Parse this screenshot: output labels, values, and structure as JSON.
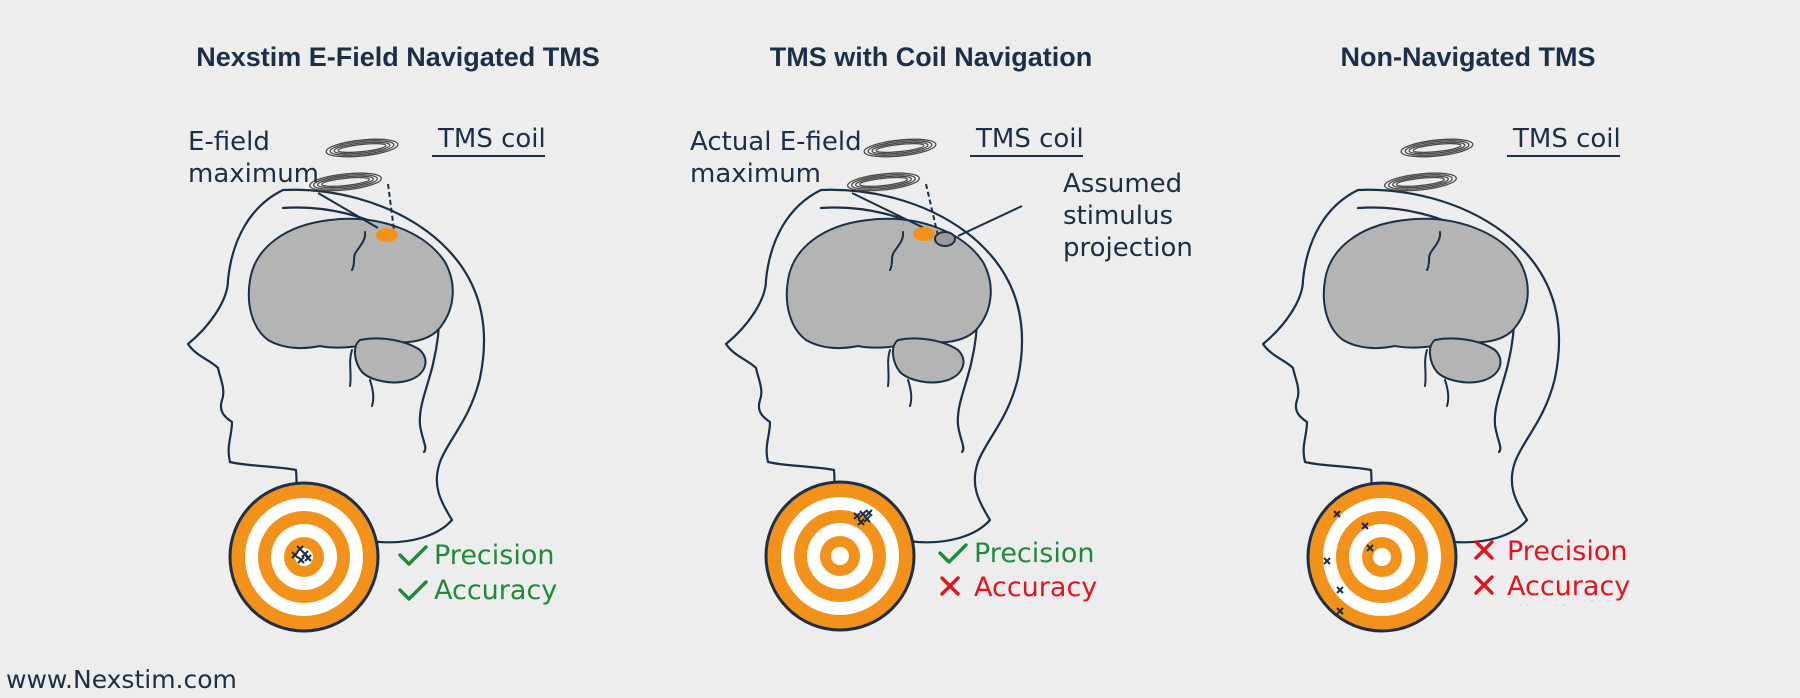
{
  "colors": {
    "background": "#ededed",
    "navy": "#1c2f45",
    "brain": "#b4b4b4",
    "orange": "#f3921b",
    "good": "#1f8a3b",
    "bad": "#e1141f"
  },
  "panels": [
    {
      "title": "Nexstim E-Field Navigated TMS",
      "coil_label": "TMS coil",
      "efield_label": [
        "E-field",
        "maximum"
      ],
      "precision": {
        "label": "Precision",
        "ok": true
      },
      "accuracy": {
        "label": "Accuracy",
        "ok": true
      }
    },
    {
      "title": "TMS with Coil Navigation",
      "coil_label": "TMS coil",
      "efield_label": [
        "Actual E-field",
        "maximum"
      ],
      "assumed_label": [
        "Assumed",
        "stimulus",
        "projection"
      ],
      "precision": {
        "label": "Precision",
        "ok": true
      },
      "accuracy": {
        "label": "Accuracy",
        "ok": false
      }
    },
    {
      "title": "Non-Navigated TMS",
      "coil_label": "TMS coil",
      "precision": {
        "label": "Precision",
        "ok": false
      },
      "accuracy": {
        "label": "Accuracy",
        "ok": false
      }
    }
  ],
  "footer": "www.Nexstim.com"
}
